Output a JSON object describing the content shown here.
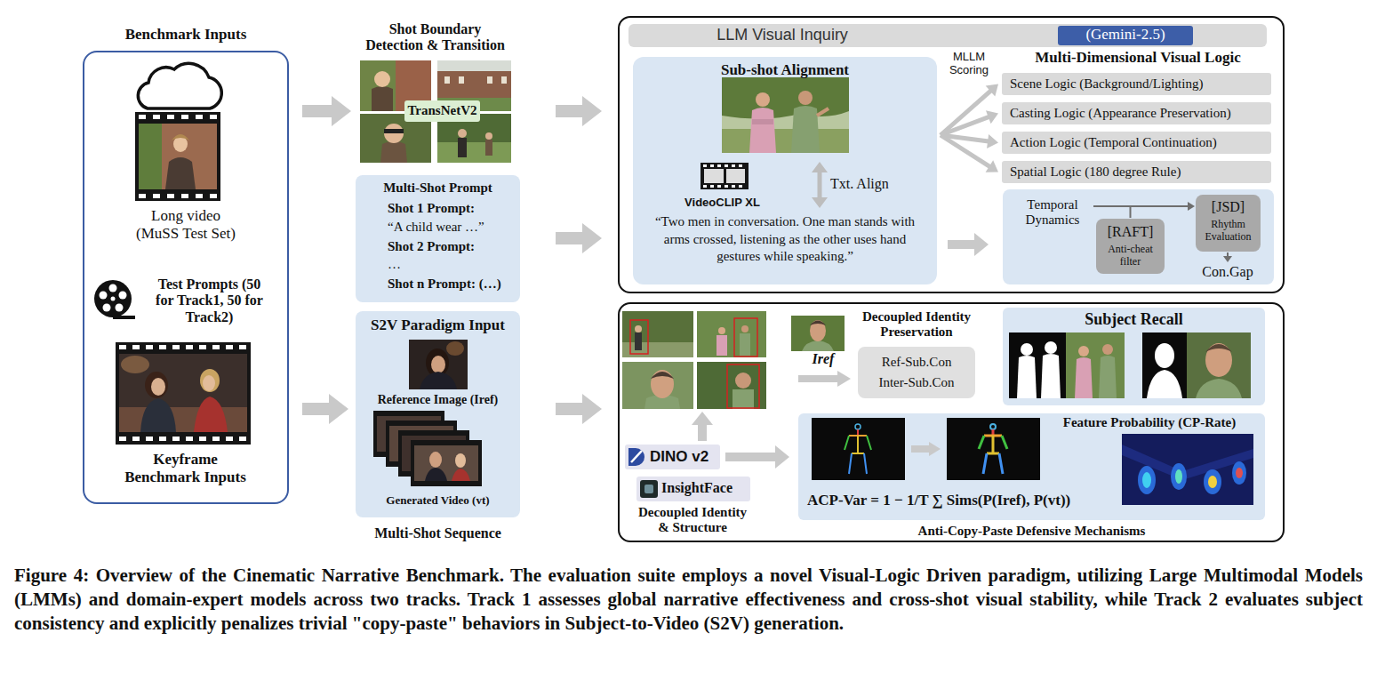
{
  "diagram": {
    "caption": "Figure 4: Overview of the Cinematic Narrative Benchmark. The evaluation suite employs a novel Visual-Logic Driven paradigm, utilizing Large Multimodal Models (LMMs) and domain-expert models across two tracks. Track 1 assesses global narrative effectiveness and cross-shot visual stability, while Track 2 evaluates subject consistency and explicitly penalizes trivial \"copy-paste\" behaviors in Subject-to-Video (S2V) generation.",
    "nodes": [
      {
        "text": [
          "Benchmark Inputs",
          "Long video (MuSS Test Set)",
          "Test Prompts (50 for Track1, 50 for Track2)",
          "Keyframe Benchmark Inputs"
        ]
      },
      {
        "text": [
          "Shot Boundary Detection & Transition"
        ]
      },
      {
        "text": [
          "TransNetV2"
        ],
        "in": 1
      },
      {
        "text": [
          "Multi-Shot Prompt",
          "Shot 1 Prompt:",
          "“A child wear …”",
          "Shot 2 Prompt:",
          "…",
          "Shot n Prompt: (…)"
        ]
      },
      {
        "text": [
          "S2V Paradigm Input",
          "Reference Image (Iref)",
          "Generated Video (vt)"
        ]
      },
      {
        "text": [
          "MLLM Scoring",
          "Multi-Dimensional Visual Logic"
        ]
      },
      {
        "text": [
          "LLM Visual Inquiry"
        ],
        "in": 5
      },
      {
        "text": [
          "(Gemini-2.5)"
        ],
        "in": 6
      },
      {
        "text": [
          "Sub-shot Alignment",
          "VideoCLIP XL",
          "Txt. Align",
          "“Two men in conversation. One man stands with arms crossed, listening as the other uses hand gestures while speaking.”"
        ],
        "in": 5
      },
      {
        "text": [
          "Scene Logic (Background/Lighting)"
        ],
        "in": 5
      },
      {
        "text": [
          "Casting Logic (Appearance Preservation)"
        ],
        "in": 5
      },
      {
        "text": [
          "Action Logic (Temporal Continuation)"
        ],
        "in": 5
      },
      {
        "text": [
          "Spatial Logic (180 degree Rule)"
        ],
        "in": 5
      },
      {
        "text": [
          "Temporal Dynamics",
          "Con.Gap"
        ],
        "in": 5
      },
      {
        "text": [
          "[RAFT]",
          "Anti-cheat filter"
        ],
        "in": 13
      },
      {
        "text": [
          "[JSD]",
          "Rhythm Evaluation"
        ],
        "in": 13
      },
      {
        "text": [
          "Decoupled Identity & Structure"
        ]
      },
      {
        "text": [
          "DINO v2"
        ],
        "in": 16
      },
      {
        "text": [
          "InsightFace"
        ],
        "in": 16
      },
      {
        "text": [
          "Decoupled Identity Preservation",
          "Ref-Sub.Con",
          "Inter-Sub.Con"
        ],
        "in": 16
      },
      {
        "text": [
          "Subject Recall"
        ],
        "in": 16
      },
      {
        "text": [
          "Feature Probability (CP-Rate)",
          "ACP-Var = 1 − 1/T ∑ Sims(P(Iref), P(vt))",
          "Anti-Copy-Paste Defensive Mechanisms"
        ],
        "in": 16
      }
    ],
    "edges": [
      {
        "from": 0,
        "to": 1,
        "arrow": "to"
      },
      {
        "from": 0,
        "to": 4,
        "arrow": "to"
      },
      {
        "from": 1,
        "to": 5,
        "arrow": "to"
      },
      {
        "from": 3,
        "to": 5,
        "arrow": "to"
      },
      {
        "from": 4,
        "to": 16,
        "arrow": "to"
      },
      {
        "from": 8,
        "to": 9,
        "arrow": "to"
      },
      {
        "from": 8,
        "to": 10,
        "arrow": "to"
      },
      {
        "from": 8,
        "to": 11,
        "arrow": "to"
      },
      {
        "from": 8,
        "to": 12,
        "arrow": "to"
      },
      {
        "from": 8,
        "to": 13,
        "arrow": "to"
      },
      {
        "from": 14,
        "to": 15,
        "arrow": "to"
      },
      {
        "from": 17,
        "to": 21,
        "arrow": "to"
      }
    ],
    "labels": [
      "Iref",
      "Multi-Shot Sequence"
    ]
  }
}
